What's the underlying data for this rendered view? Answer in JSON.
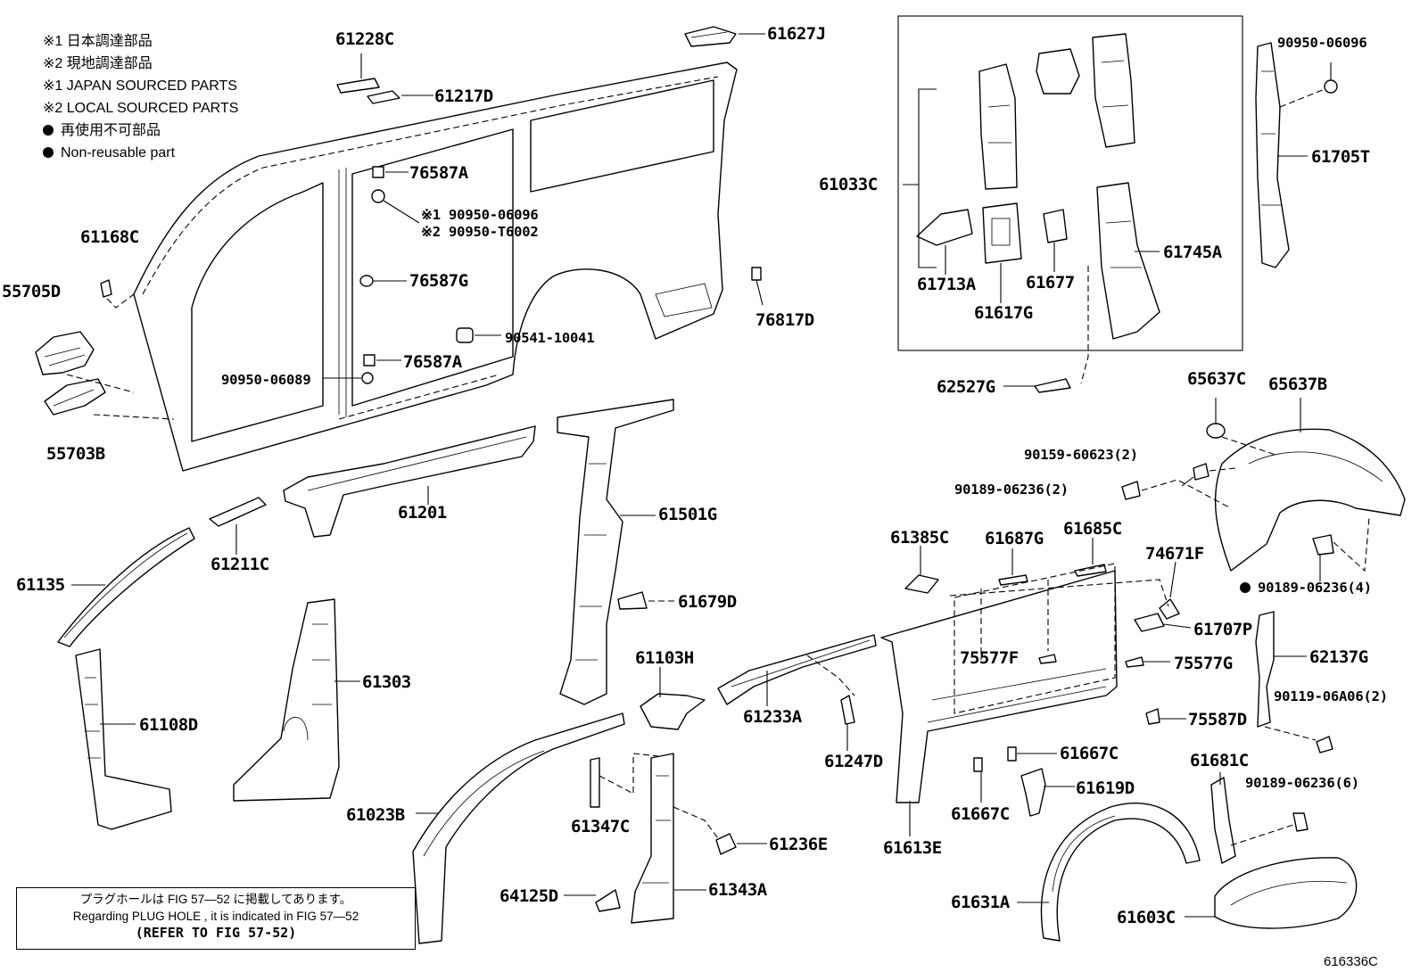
{
  "legend": [
    "※1  日本調達部品",
    "※2  現地調達部品",
    "※1  JAPAN SOURCED PARTS",
    "※2  LOCAL SOURCED PARTS",
    "再使用不可部品",
    "Non-reusable part"
  ],
  "labels": [
    "61228C",
    "61217D",
    "61627J",
    "76587A",
    "※1 90950-06096",
    "※2 90950-T6002",
    "76587G",
    "90541-10041",
    "76587A",
    "90950-06089",
    "61168C",
    "55705D",
    "55703B",
    "76817D",
    "61201",
    "61211C",
    "61135",
    "61108D",
    "61303",
    "61501G",
    "61679D",
    "61103H",
    "61233A",
    "61247D",
    "61023B",
    "61347C",
    "61236E",
    "64125D",
    "61343A",
    "61033C",
    "61713A",
    "61617G",
    "61677",
    "61745A",
    "62527G",
    "90950-06096",
    "61705T",
    "65637C",
    "65637B",
    "90159-60623(2)",
    "90189-06236(2)",
    "61385C",
    "61687G",
    "61685C",
    "74671F",
    "90189-06236(4)",
    "61707P",
    "62137G",
    "75577F",
    "75577G",
    "90119-06A06(2)",
    "75587D",
    "61667C",
    "61681C",
    "90189-06236(6)",
    "61619D",
    "61667C",
    "61613E",
    "61631A",
    "61603C"
  ],
  "note": {
    "line1": "プラグホールは FIG 57—52 に掲載してあります。",
    "line2": "Regarding  PLUG  HOLE , it is indicated in  FIG  57—52",
    "line3": "(REFER TO FIG 57-52)"
  },
  "illustration_code": "616336C"
}
